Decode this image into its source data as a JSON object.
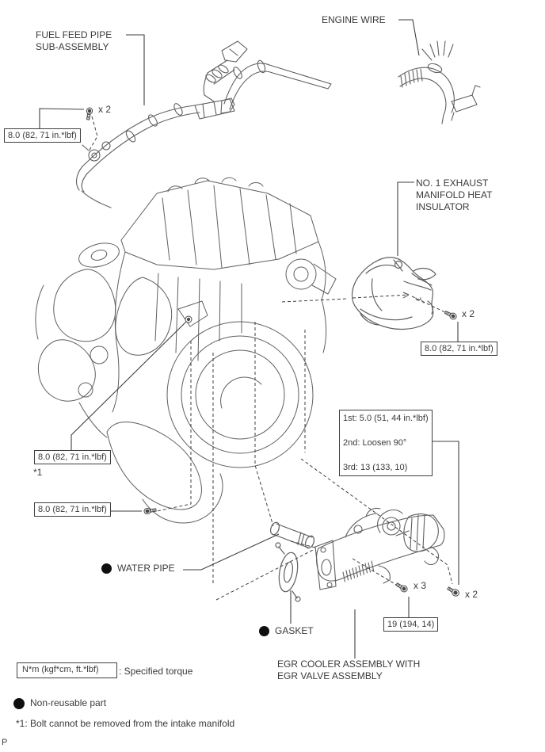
{
  "colors": {
    "background": "#ffffff",
    "text": "#3a3a3a",
    "leader_line": "#3f3f3f",
    "artwork_line": "#5f5f5f",
    "bullet": "#0f0f0f"
  },
  "labels": {
    "fuel_feed_pipe": "FUEL FEED PIPE\nSUB-ASSEMBLY",
    "engine_wire": "ENGINE WIRE",
    "heat_insulator": "NO. 1 EXHAUST\nMANIFOLD HEAT\nINSULATOR",
    "water_pipe": "WATER PIPE",
    "gasket": "GASKET",
    "egr_cooler": "EGR COOLER ASSEMBLY WITH\nEGR VALVE ASSEMBLY"
  },
  "quantities": {
    "fuel_pipe_bolts": "x 2",
    "insulator_bolts": "x 2",
    "egr_lower_bolts": "x 2",
    "egr_side_bolts": "x 3"
  },
  "torques": {
    "fuel_pipe": "8.0 (82, 71 in.*lbf)",
    "insulator": "8.0 (82, 71 in.*lbf)",
    "manifold_upper": "8.0 (82, 71 in.*lbf)",
    "manifold_lower": "8.0 (82, 71 in.*lbf)",
    "egr_side": "19 (194, 14)",
    "egr_sequence_1": "1st: 5.0 (51, 44 in.*lbf)",
    "egr_sequence_2": "2nd: Loosen 90°",
    "egr_sequence_3": "3rd: 13 (133, 10)"
  },
  "annotations": {
    "footnote_marker": "*1"
  },
  "legend": {
    "torque_unit": "N*m (kgf*cm, ft.*lbf)",
    "torque_caption": ": Specified torque",
    "non_reusable": "Non-reusable part",
    "footnote": "*1: Bolt cannot be removed from the intake manifold",
    "page_marker": "P"
  }
}
